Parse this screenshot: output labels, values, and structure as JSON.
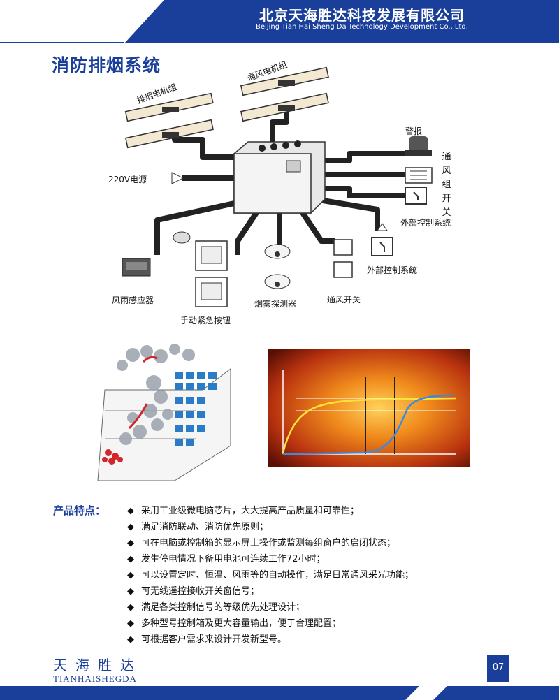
{
  "header": {
    "company_cn": "北京天海胜达科技发展有限公司",
    "company_en": "Beijing Tian Hai Sheng Da Technology Development Co., Ltd.",
    "brand_color": "#1a3f9a"
  },
  "title": "消防排烟系统",
  "diagram": {
    "labels": {
      "exhaust_fan": "排烟电机组",
      "vent_fan": "通风电机组",
      "alarm": "警报",
      "vent_group_switch": "通风组开关",
      "power": "220V电源",
      "external_control_1": "外部控制系统",
      "external_control_2": "外部控制系统",
      "rain_sensor": "风雨感应器",
      "manual_button": "手动紧急按钮",
      "smoke_detector": "烟雾探测器",
      "vent_switch": "通风开关"
    }
  },
  "features": {
    "label": "产品特点：",
    "items": [
      "采用工业级微电脑芯片，大大提高产品质量和可靠性；",
      "满足消防联动、消防优先原则；",
      "可在电脑或控制箱的显示屏上操作或监测每组窗户的启闭状态；",
      "发生停电情况下备用电池可连续工作72小时；",
      "可以设置定时、恒温、风雨等的自动操作，满足日常通风采光功能；",
      "可无线遥控接收开关窗信号；",
      "满足各类控制信号的等级优先处理设计；",
      "多种型号控制箱及更大容量输出，便于合理配置；",
      "可根据客户需求来设计开发新型号。"
    ]
  },
  "footer": {
    "brand_cn": "天海胜达",
    "brand_en": "TIANHAISHEGDA",
    "page_number": "07"
  }
}
